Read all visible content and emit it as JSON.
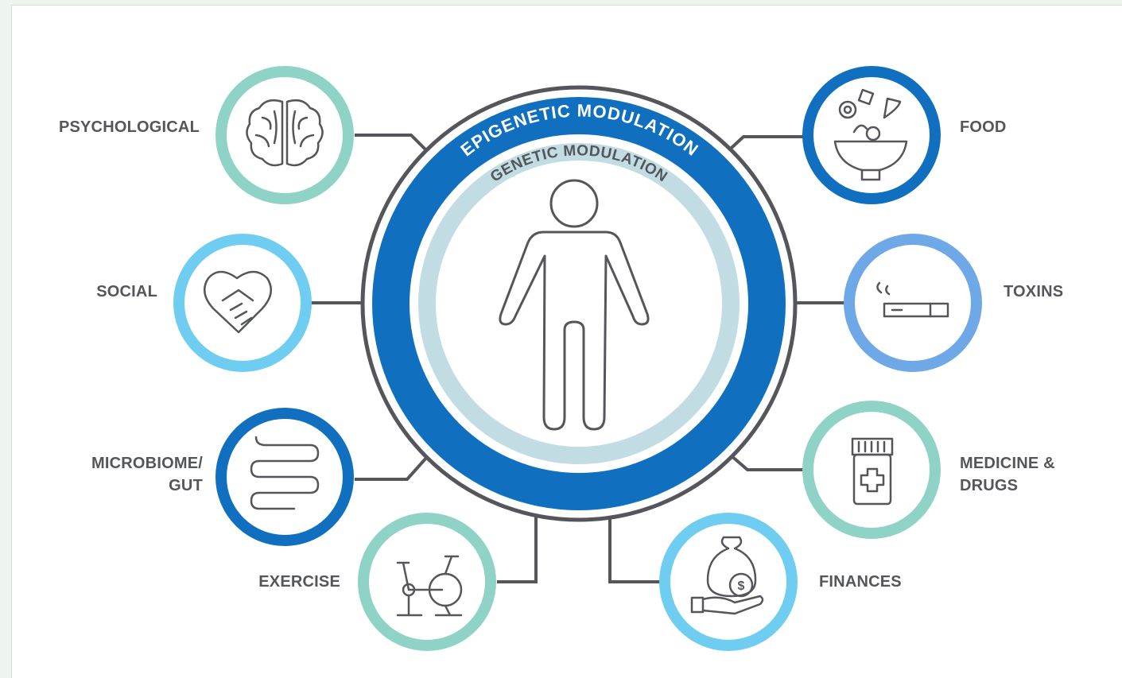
{
  "center": {
    "outer_ring_label": "EPIGENETIC MODULATION",
    "inner_ring_label": "GENETIC MODULATION",
    "figure_icon": "person-icon"
  },
  "factors": {
    "psychological": {
      "label": "PSYCHOLOGICAL",
      "icon": "brain-icon",
      "ring_color": "#8fd3c7"
    },
    "social": {
      "label": "SOCIAL",
      "icon": "heart-handshake-icon",
      "ring_color": "#6fcdf2"
    },
    "microbiome": {
      "label": "MICROBIOME/\nGUT",
      "icon": "intestine-icon",
      "ring_color": "#1070bf"
    },
    "exercise": {
      "label": "EXERCISE",
      "icon": "exercise-bike-icon",
      "ring_color": "#8fd3c7"
    },
    "food": {
      "label": "FOOD",
      "icon": "food-bowl-icon",
      "ring_color": "#1070bf"
    },
    "toxins": {
      "label": "TOXINS",
      "icon": "cigarette-icon",
      "ring_color": "#6fa8e6"
    },
    "medicine": {
      "label": "MEDICINE &\nDRUGS",
      "icon": "pill-bottle-icon",
      "ring_color": "#8fd3c7"
    },
    "finances": {
      "label": "FINANCES",
      "icon": "money-bag-icon",
      "ring_color": "#6fcdf2"
    }
  },
  "colors": {
    "epigenetic_ring": "#1070bf",
    "genetic_ring": "#c2dce3",
    "outline": "#54565b",
    "text": "#54565b"
  }
}
